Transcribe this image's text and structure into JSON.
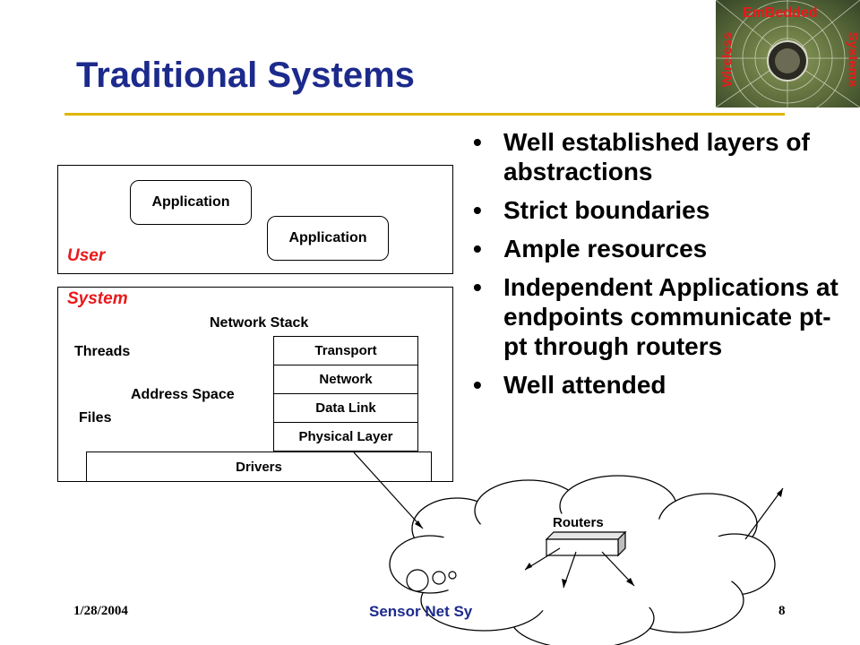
{
  "slide": {
    "title": "Traditional Systems",
    "logo": {
      "top": "EmBedded",
      "left": "Wireless",
      "right": "Systems"
    },
    "bullets": [
      "Well established layers of abstractions",
      "Strict boundaries",
      "Ample resources",
      "Independent Applications at endpoints communicate pt-pt through routers",
      "Well attended"
    ],
    "diagram": {
      "user_label": "User",
      "system_label": "System",
      "app1": "Application",
      "app2": "Application",
      "network_stack": "Network Stack",
      "threads": "Threads",
      "address_space": "Address Space",
      "files": "Files",
      "layers": [
        "Transport",
        "Network",
        "Data Link",
        "Physical Layer"
      ],
      "drivers": "Drivers",
      "routers": "Routers"
    },
    "footer": {
      "date": "1/28/2004",
      "center": "Sensor Net Sy",
      "page": "8"
    }
  },
  "colors": {
    "title": "#1c2a8c",
    "rule": "#e0b400",
    "accent_red": "#e8191c"
  }
}
